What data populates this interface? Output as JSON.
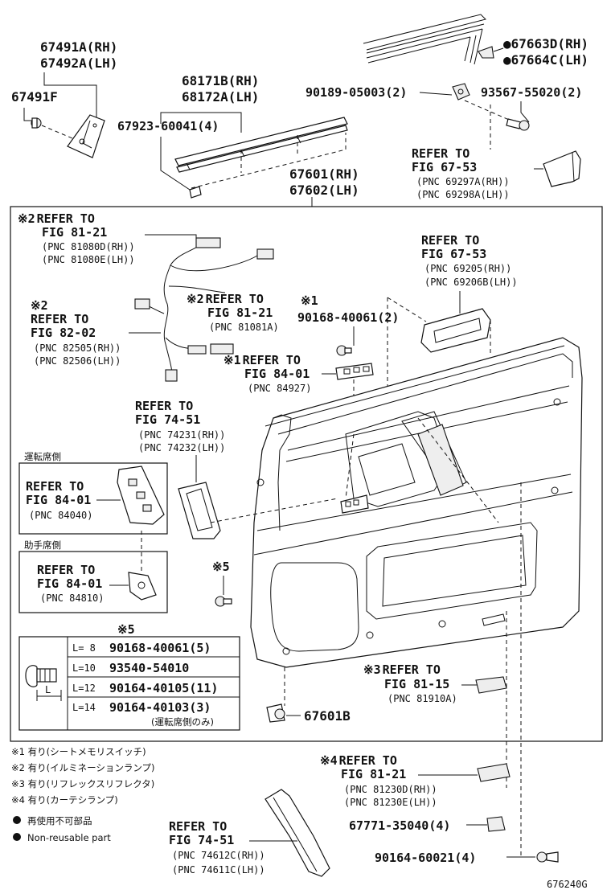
{
  "parts": {
    "p67491a": "67491A(RH)",
    "p67492a": "67492A(LH)",
    "p67491f": "67491F",
    "p68171b": "68171B(RH)",
    "p68172a": "68172A(LH)",
    "p67923": "67923-60041(4)",
    "p90189": "90189-05003(2)",
    "p93567": "93567-55020(2)",
    "p67663d": "●67663D(RH)",
    "p67664c": "●67664C(LH)",
    "p67601": "67601(RH)",
    "p67602": "67602(LH)",
    "p90168_2": "90168-40061(2)",
    "p67601b": "67601B",
    "p67771": "67771-35040(4)",
    "p90164_60021": "90164-60021(4)",
    "drawing_no": "676240G"
  },
  "refs": {
    "r1": [
      "REFER TO",
      "FIG 67-53",
      "(PNC 69297A(RH))",
      "(PNC 69298A(LH))"
    ],
    "r2": [
      "REFER TO",
      "FIG 81-21",
      "(PNC 81080D(RH))",
      "(PNC 81080E(LH))"
    ],
    "r3": [
      "REFER TO",
      "FIG 67-53",
      "(PNC 69205(RH))",
      "(PNC 69206B(LH))"
    ],
    "r4": [
      "REFER TO",
      "FIG 82-02",
      "(PNC 82505(RH))",
      "(PNC 82506(LH))"
    ],
    "r5": [
      "REFER TO",
      "FIG 81-21",
      "(PNC 81081A)"
    ],
    "r6": [
      "REFER TO",
      "FIG 84-01",
      "(PNC 84927)"
    ],
    "r7": [
      "REFER TO",
      "FIG 74-51",
      "(PNC 74231(RH))",
      "(PNC 74232(LH))"
    ],
    "r8": [
      "REFER TO",
      "FIG 84-01",
      "(PNC 84040)"
    ],
    "r9": [
      "REFER TO",
      "FIG 84-01",
      "(PNC 84810)"
    ],
    "r10": [
      "REFER TO",
      "FIG 81-15",
      "(PNC 81910A)"
    ],
    "r11": [
      "REFER TO",
      "FIG 81-21",
      "(PNC 81230D(RH))",
      "(PNC 81230E(LH))"
    ],
    "r12": [
      "REFER TO",
      "FIG 74-51",
      "(PNC 74612C(RH))",
      "(PNC 74611C(LH))"
    ]
  },
  "marks": {
    "m2a": "※2",
    "m2b": "※2",
    "m2c": "※2",
    "m1a": "※1",
    "m1b": "※1",
    "m5a": "※5",
    "m5b": "※5",
    "m3": "※3",
    "m4": "※4"
  },
  "boxes": {
    "driver_side": "運転席側",
    "passenger_side": "助手席側"
  },
  "screw_table": {
    "rows": [
      {
        "len": "L= 8",
        "part": "90168-40061(5)"
      },
      {
        "len": "L=10",
        "part": "93540-54010"
      },
      {
        "len": "L=12",
        "part": "90164-40105(11)"
      },
      {
        "len": "L=14",
        "part": "90164-40103(3)"
      }
    ],
    "note": "(運転席側のみ)",
    "dim": "L"
  },
  "legend": [
    "※1 有り(シートメモリスイッチ)",
    "※2 有り(イルミネーションランプ)",
    "※3 有り(リフレックスリフレクタ)",
    "※4 有り(カーテシランプ)",
    "再使用不可部品",
    "Non-reusable part"
  ]
}
